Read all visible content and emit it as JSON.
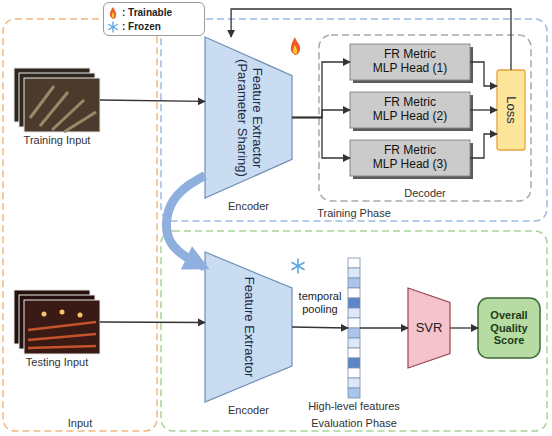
{
  "diagram": {
    "nodes": [
      {
        "text": [
          "Input"
        ]
      },
      {
        "text": [
          "Training Input"
        ],
        "in": 0
      },
      {
        "text": [
          "Testing Input"
        ],
        "in": 0
      },
      {
        "text": [
          "Training Phase"
        ]
      },
      {
        "text": [
          "Feature Extractor (Parameter Sharing)",
          "Encoder"
        ],
        "in": 3
      },
      {
        "text": [
          "Decoder"
        ],
        "in": 3
      },
      {
        "text": [
          "FR Metric MLP Head (1)"
        ],
        "in": 5
      },
      {
        "text": [
          "FR Metric MLP Head (2)"
        ],
        "in": 5
      },
      {
        "text": [
          "FR Metric MLP Head (3)"
        ],
        "in": 5
      },
      {
        "text": [
          "Loss"
        ],
        "in": 5
      },
      {
        "text": [
          "Evaluation Phase"
        ]
      },
      {
        "text": [
          "Feature Extractor",
          "Encoder"
        ],
        "in": 10
      },
      {
        "text": [
          "High-level features"
        ],
        "in": 10
      },
      {
        "text": [
          "SVR"
        ],
        "in": 10
      },
      {
        "text": [
          "Overall Quality Score"
        ],
        "in": 10
      }
    ],
    "edges": [
      {
        "from": 1,
        "to": 4,
        "arrow": "to"
      },
      {
        "from": 4,
        "to": 6,
        "arrow": "to"
      },
      {
        "from": 4,
        "to": 7,
        "arrow": "to"
      },
      {
        "from": 4,
        "to": 8,
        "arrow": "to"
      },
      {
        "from": 6,
        "to": 9,
        "arrow": "to"
      },
      {
        "from": 7,
        "to": 9,
        "arrow": "to"
      },
      {
        "from": 8,
        "to": 9,
        "arrow": "to"
      },
      {
        "from": 9,
        "to": 4,
        "arrow": "to"
      },
      {
        "from": 4,
        "to": 11,
        "arrow": "to"
      },
      {
        "from": 2,
        "to": 11,
        "arrow": "to"
      },
      {
        "from": 11,
        "to": 12,
        "label": "temporal pooling",
        "arrow": "to"
      },
      {
        "from": 12,
        "to": 13,
        "arrow": "to"
      },
      {
        "from": 13,
        "to": 14,
        "arrow": "to"
      }
    ],
    "legend": [
      {
        "text": ": Trainable"
      },
      {
        "text": ": Frozen"
      }
    ]
  }
}
